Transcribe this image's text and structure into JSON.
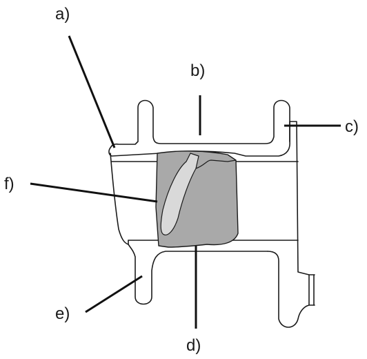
{
  "diagram": {
    "labels": {
      "a": "a)",
      "b": "b)",
      "c": "c)",
      "d": "d)",
      "e": "e)",
      "f": "f)"
    }
  },
  "colors": {
    "outline": "#1a1a1a",
    "fill_gray": "#a9a9a9",
    "fill_light": "#d9d9d9",
    "background": "#ffffff"
  }
}
